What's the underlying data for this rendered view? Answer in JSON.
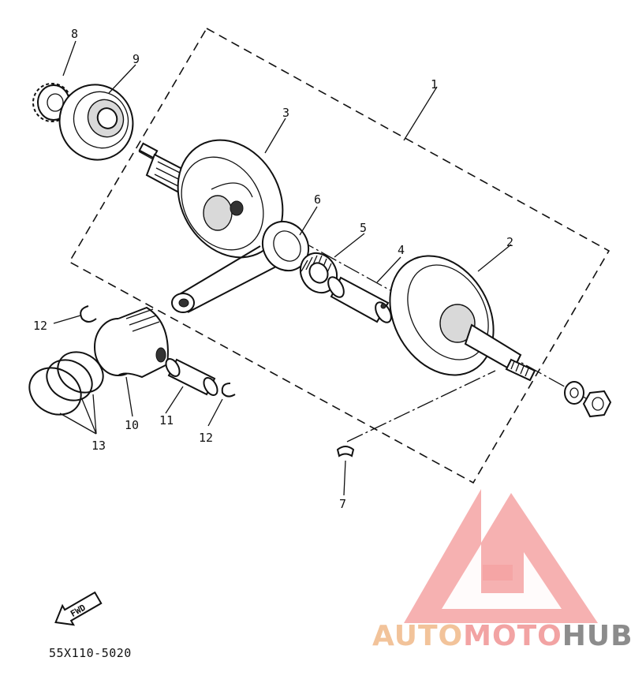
{
  "callouts": {
    "c1": "1",
    "c2": "2",
    "c3": "3",
    "c4": "4",
    "c5": "5",
    "c6": "6",
    "c7": "7",
    "c8": "8",
    "c9": "9",
    "c10": "10",
    "c11": "11",
    "c12a": "12",
    "c12b": "12",
    "c13": "13"
  },
  "fwd_label": "FWD",
  "diagram_code": "55X110-5020",
  "watermark": {
    "part1": "AUTO",
    "part2": "MOTO",
    "part3": "HUB",
    "colors": {
      "auto": "#f2c39a",
      "moto": "#f2a3a3",
      "hub": "#8c8c8c",
      "mark": "#f4a3a3"
    }
  }
}
